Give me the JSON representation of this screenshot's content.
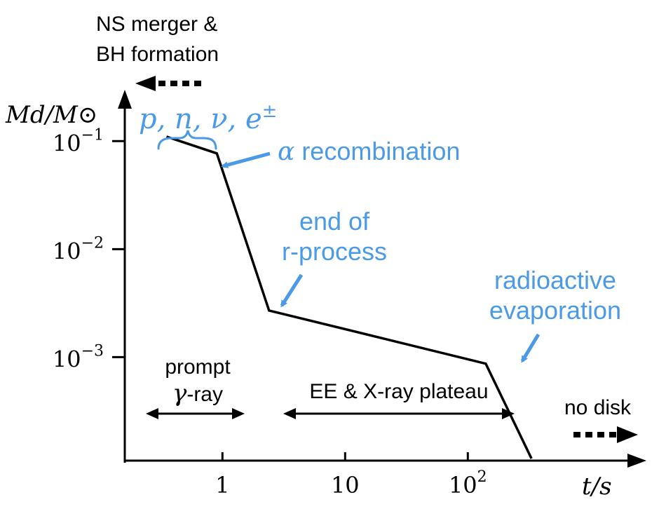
{
  "colors": {
    "axis": "#000000",
    "line": "#000000",
    "annotation": "#4a9ae8"
  },
  "chart_data": {
    "type": "line",
    "title": "",
    "xlabel": "t/s",
    "ylabel": "Md/M⊙",
    "xscale": "log",
    "yscale": "log",
    "x_ticks": [
      {
        "value": 1,
        "label": "1"
      },
      {
        "value": 10,
        "label": "10"
      },
      {
        "value": 100,
        "label": "10^2"
      }
    ],
    "y_ticks": [
      {
        "value": 0.1,
        "label": "10^-1"
      },
      {
        "value": 0.01,
        "label": "10^-2"
      },
      {
        "value": 0.001,
        "label": "10^-3"
      }
    ],
    "xlim": [
      0.16,
      2000
    ],
    "ylim": [
      0.00011,
      0.25
    ],
    "series": [
      {
        "x": [
          0.35,
          0.9,
          2.4,
          140,
          330
        ],
        "y": [
          0.11,
          0.077,
          0.0027,
          0.00087,
          0.000115
        ]
      }
    ],
    "phases": {
      "prompt": {
        "line1": "prompt",
        "line2_symbol": "γ",
        "line2_text": "-ray"
      },
      "ee": "EE & X-ray plateau"
    },
    "annotations": {
      "ns_merger": [
        "NS merger &",
        "BH formation"
      ],
      "particles": "p, n, ν, e",
      "particles_sup": "±",
      "alpha_symbol": "α",
      "alpha_text": "recombination",
      "rprocess": [
        "end of",
        "r-process"
      ],
      "radioactive": [
        "radioactive",
        "evaporation"
      ],
      "no_disk": "no disk"
    }
  }
}
